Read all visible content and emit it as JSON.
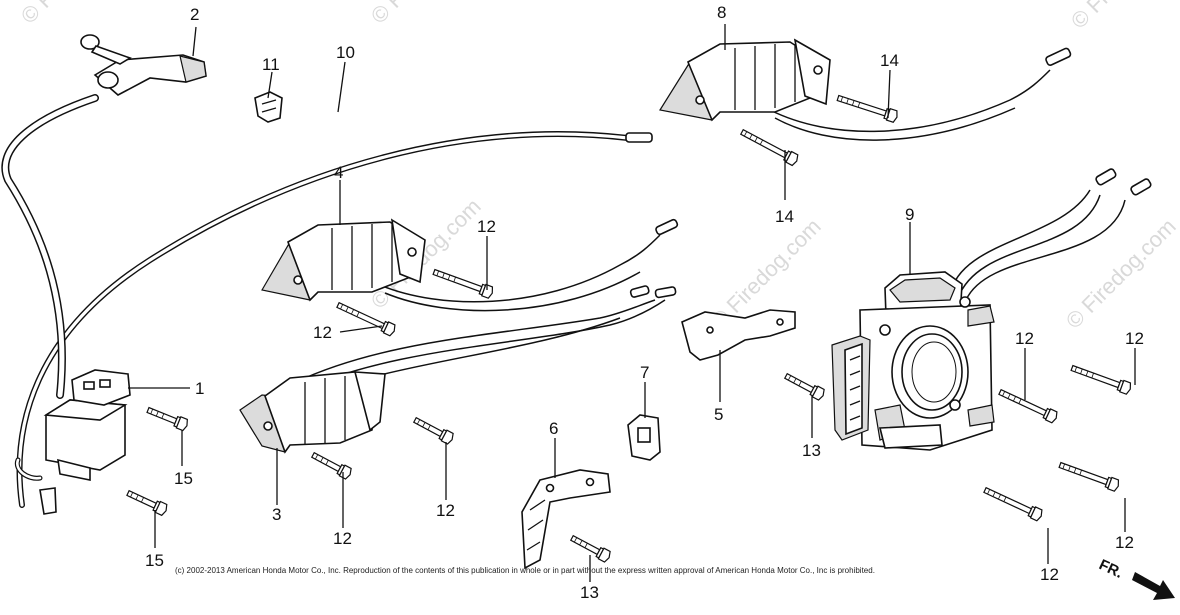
{
  "callouts": {
    "c1": "1",
    "c2": "2",
    "c3": "3",
    "c4": "4",
    "c5": "5",
    "c6": "6",
    "c7": "7",
    "c8": "8",
    "c9": "9",
    "c10": "10",
    "c11": "11",
    "c12a": "12",
    "c12b": "12",
    "c12c": "12",
    "c12d": "12",
    "c12e": "12",
    "c12f": "12",
    "c12g": "12",
    "c13a": "13",
    "c13b": "13",
    "c14a": "14",
    "c14b": "14",
    "c15a": "15",
    "c15b": "15"
  },
  "watermark": {
    "w1": "© Firedog.com",
    "w2": "© Firedog.com",
    "w3": "© Firedog.com",
    "w4": "© Firedog.com",
    "w5": "© Firedog.com",
    "w6": "© Firedog.com"
  },
  "copyright": "(c) 2002-2013 American Honda Motor Co., Inc. Reproduction of the contents of this publication in whole or in part without the express written approval of American Honda Motor Co., Inc is prohibited.",
  "direction": "FR."
}
